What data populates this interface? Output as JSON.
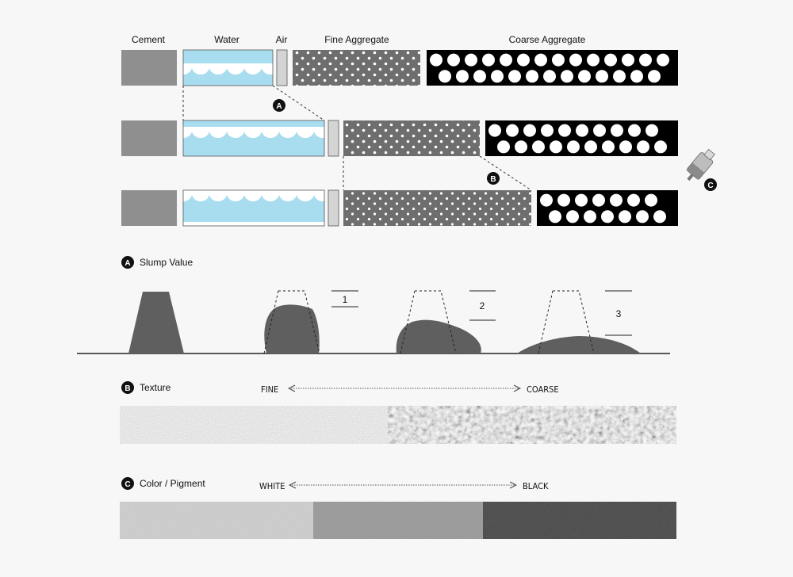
{
  "headers": {
    "cement": "Cement",
    "water": "Water",
    "air": "Air",
    "fine": "Fine Aggregate",
    "coarse": "Coarse Aggregate"
  },
  "badges": {
    "a": "A",
    "b": "B",
    "c": "C"
  },
  "slump": {
    "title": "Slump Value",
    "levels": [
      "1",
      "2",
      "3"
    ]
  },
  "texture": {
    "title": "Texture",
    "left": "FINE",
    "right": "COARSE"
  },
  "color": {
    "title": "Color / Pigment",
    "left": "WHITE",
    "right": "BLACK"
  },
  "colors": {
    "cement": "#8f8f8f",
    "water": "#a8dcef",
    "air": "#d4d4d4",
    "fine_bg": "#6e6e6e",
    "coarse_bg": "#000000",
    "ground": "#222222",
    "cone": "#5f5f5f",
    "pigment": [
      "#cdcdcd",
      "#9a9a9a",
      "#4b4b4b"
    ]
  }
}
